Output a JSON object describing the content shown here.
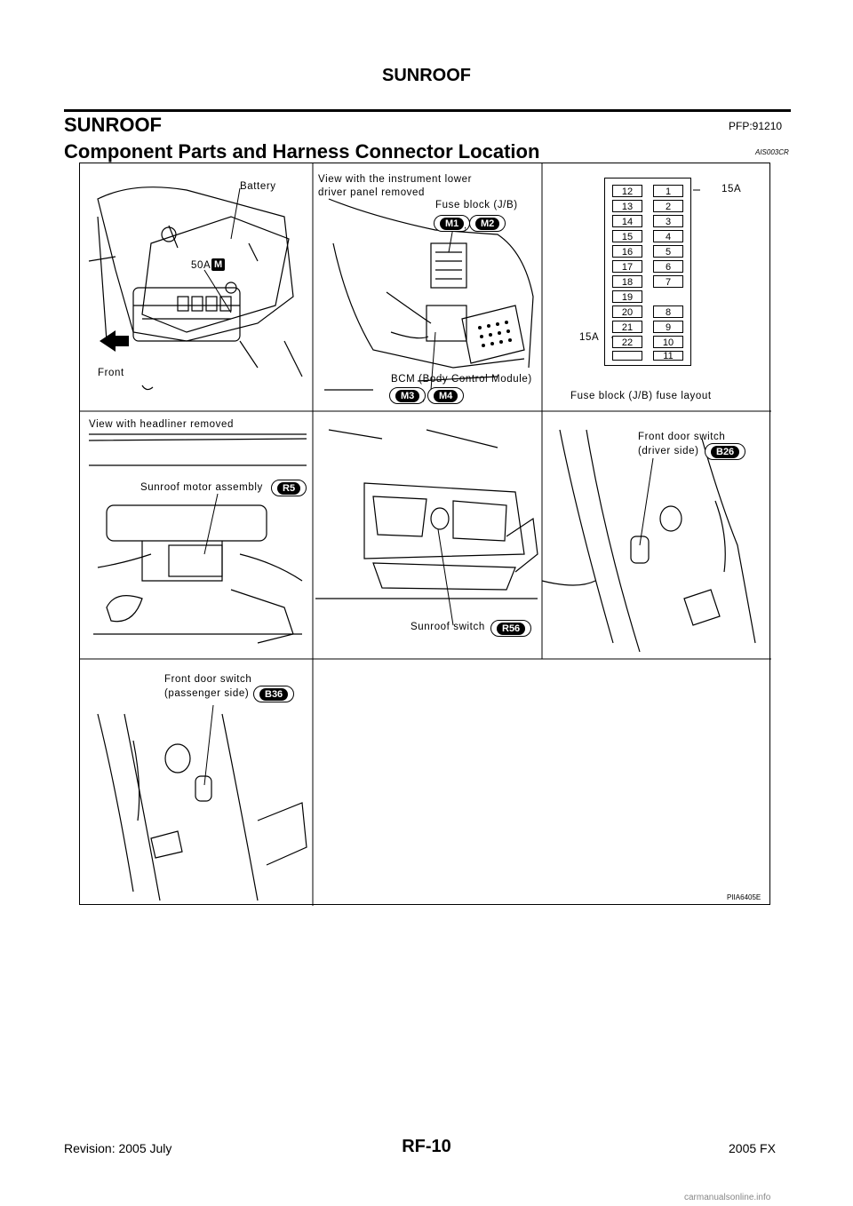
{
  "header": {
    "title": "SUNROOF"
  },
  "section": {
    "title": "SUNROOF",
    "pfp": "PFP:91210"
  },
  "subsection": {
    "title": "Component Parts and Harness Connector Location",
    "code": "AIS003CR"
  },
  "figure": {
    "panel1": {
      "battery": "Battery",
      "fuse50a": "50A",
      "m_tag": "M",
      "front": "Front"
    },
    "panel2": {
      "heading_line1": "View with the instrument lower",
      "heading_line2": "driver panel removed",
      "fuse_block": "Fuse block (J/B)",
      "conn_m1": "M1",
      "conn_m2": "M2",
      "comma1": ",",
      "bcm": "BCM (Body Control Module)",
      "conn_m3": "M3",
      "conn_m4": "M4",
      "comma2": ","
    },
    "panel3": {
      "left_column": [
        "12",
        "13",
        "14",
        "15",
        "16",
        "17",
        "18",
        "19",
        "20",
        "21",
        "22",
        ""
      ],
      "right_column": [
        "1",
        "2",
        "3",
        "4",
        "5",
        "6",
        "7",
        "",
        "8",
        "9",
        "10",
        "11"
      ],
      "label_15a_top": "15A",
      "label_15a_left": "15A",
      "caption": "Fuse block (J/B) fuse layout"
    },
    "panel4": {
      "heading": "View with headliner removed",
      "motor": "Sunroof motor assembly",
      "conn_r5": "R5"
    },
    "panel5": {
      "switch": "Sunroof switch",
      "conn_r56": "R56"
    },
    "panel6": {
      "line1": "Front door switch",
      "line2": "(driver side)",
      "conn_b26": "B26"
    },
    "panel7": {
      "line1": "Front door switch",
      "line2": "(passenger side)",
      "conn_b36": "B36"
    },
    "figure_id": "PIIA6405E"
  },
  "footer": {
    "revision": "Revision: 2005 July",
    "page": "RF-10",
    "model": "2005 FX"
  },
  "watermark": "carmanualsonline.info"
}
